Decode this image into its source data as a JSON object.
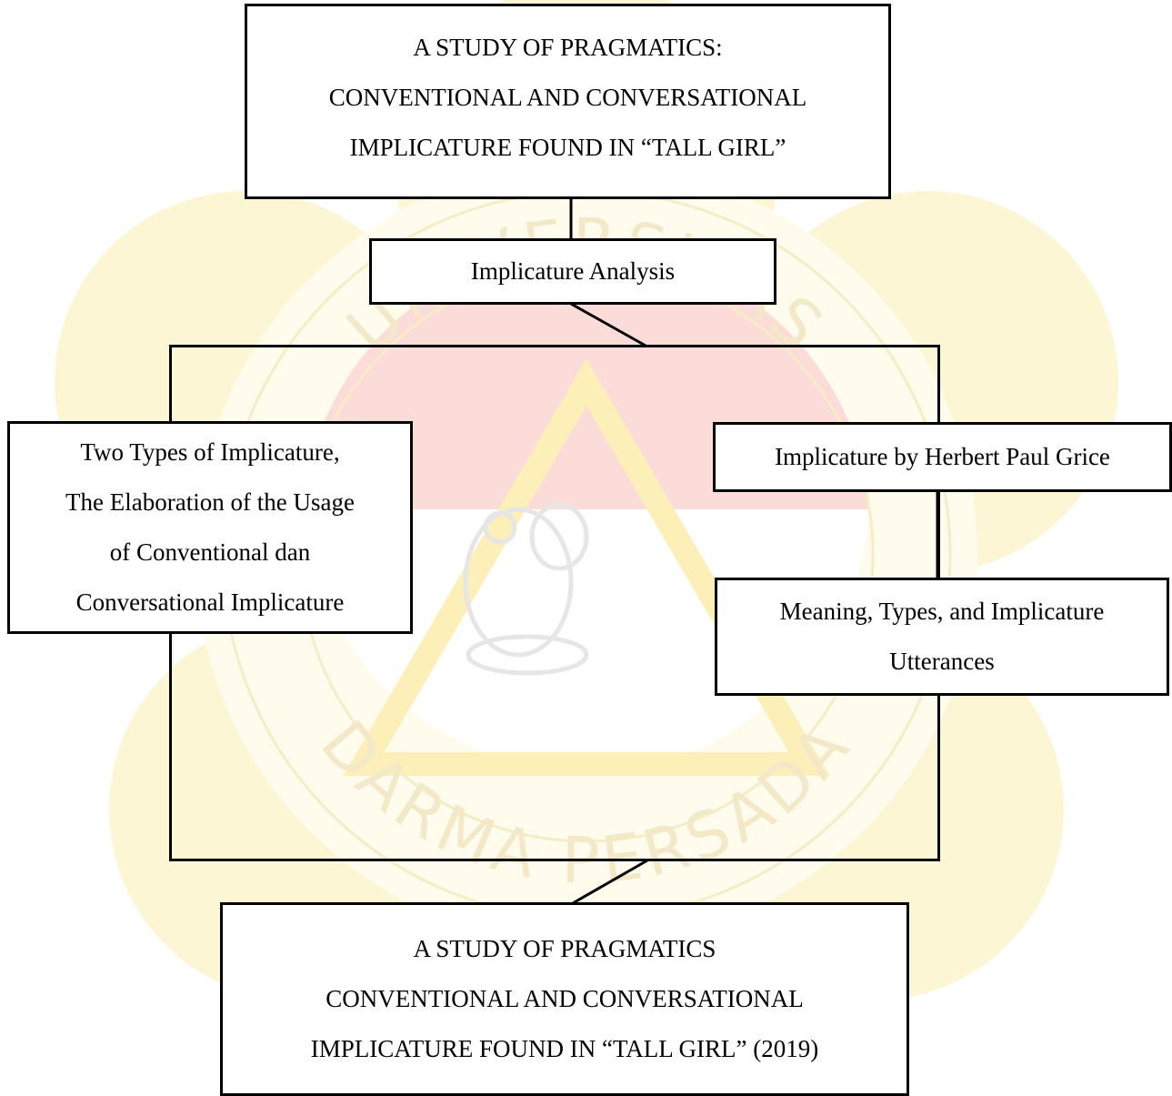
{
  "nodes": {
    "title_top": {
      "lines": [
        "A STUDY OF PRAGMATICS:",
        "CONVENTIONAL AND CONVERSATIONAL",
        "IMPLICATURE FOUND IN “TALL GIRL”"
      ]
    },
    "analysis": {
      "lines": [
        "Implicature Analysis"
      ]
    },
    "left": {
      "lines": [
        "Two Types of Implicature,",
        "The Elaboration of the Usage",
        "of Conventional dan",
        "Conversational Implicature"
      ]
    },
    "grice": {
      "lines": [
        "Implicature by Herbert Paul Grice"
      ]
    },
    "meaning": {
      "lines": [
        "Meaning, Types, and Implicature",
        "Utterances"
      ]
    },
    "title_bottom": {
      "lines": [
        "A STUDY OF PRAGMATICS",
        "CONVENTIONAL AND CONVERSATIONAL",
        "IMPLICATURE FOUND IN “TALL GIRL” (2019)"
      ]
    }
  },
  "watermark": {
    "text_top": "UNIVERSITAS",
    "text_bottom": "DARMA PERSADA",
    "colors": {
      "petal": "#fcf4c8",
      "red": "#f7c9c9",
      "ring": "#fdf9e4",
      "text": "#f3e9c8"
    }
  }
}
